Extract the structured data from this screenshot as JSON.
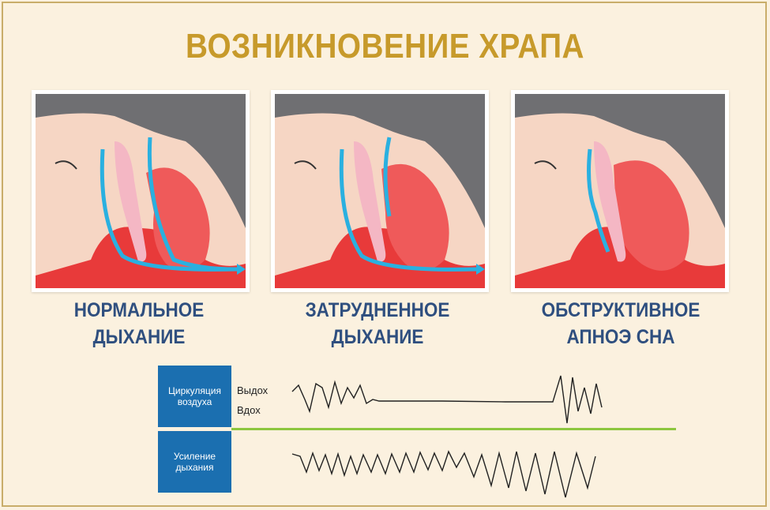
{
  "title": "ВОЗНИКНОВЕНИЕ ХРАПА",
  "panels": [
    {
      "caption_line1": "НОРМАЛЬНОЕ",
      "caption_line2": "ДЫХАНИЕ"
    },
    {
      "caption_line1": "ЗАТРУДНЕННОЕ",
      "caption_line2": "ДЫХАНИЕ"
    },
    {
      "caption_line1": "ОБСТРУКТИВНОЕ",
      "caption_line2": "АПНОЭ СНА"
    }
  ],
  "chart": {
    "box1_line1": "Циркуляция",
    "box1_line2": "воздуха",
    "box2_line1": "Усиление",
    "box2_line2": "дыхания",
    "exhale_label": "Выдох",
    "inhale_label": "Вдох"
  },
  "colors": {
    "title": "#c79a2b",
    "caption": "#2f4f7f",
    "box": "#1b6fb0",
    "baseline": "#8dc63f",
    "airflow": "#2ab0e0"
  }
}
